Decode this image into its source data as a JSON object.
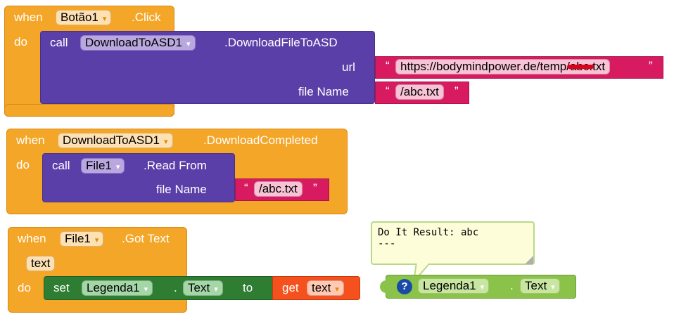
{
  "block1": {
    "when": "when",
    "component": "Botão1",
    "event": ".Click",
    "do": "do",
    "call": "call",
    "callComponent": "DownloadToASD1",
    "method": ".DownloadFileToASD",
    "urlLabel": "url",
    "urlValue": "https://bodymindpower.de/temp/abc.txt",
    "fileLabel": "file Name",
    "fileValue": "/abc.txt"
  },
  "block2": {
    "when": "when",
    "component": "DownloadToASD1",
    "event": ".DownloadCompleted",
    "do": "do",
    "call": "call",
    "callComponent": "File1",
    "method": ".Read From",
    "fileLabel": "file Name",
    "fileValue": "/abc.txt"
  },
  "block3": {
    "when": "when",
    "component": "File1",
    "event": ".Got Text",
    "param": "text",
    "do": "do",
    "set": "set",
    "setComponent": "Legenda1",
    "dot": ".",
    "property": "Text",
    "to": "to",
    "get": "get",
    "getVar": "text"
  },
  "quote_open": "“",
  "quote_close": "”",
  "dropdown_arrow": "▾",
  "comment": {
    "line1": "Do It Result: abc",
    "line2": "---"
  },
  "floating": {
    "help": "?",
    "component": "Legenda1",
    "dot": ".",
    "property": "Text"
  },
  "colors": {
    "event": "#f4a628",
    "call": "#5b3fa8",
    "text": "#d81b60",
    "set": "#2e7d32",
    "get": "#f4511e",
    "component": "#8bc34a"
  }
}
